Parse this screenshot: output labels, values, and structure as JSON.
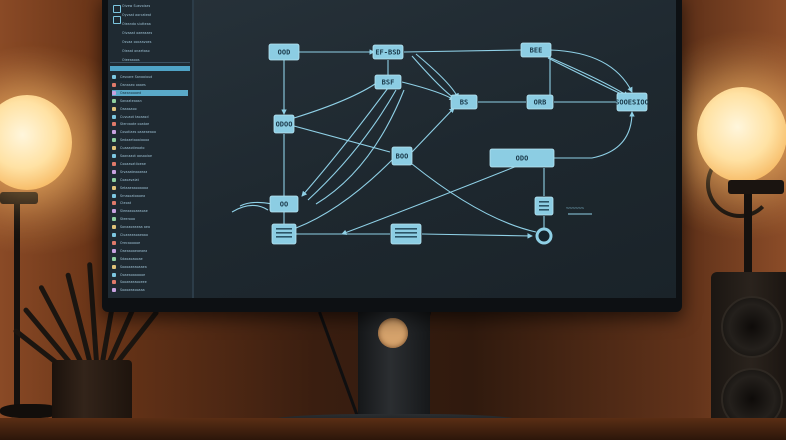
{
  "scene": {
    "description_colors": {
      "wall_warm": "#8a4a26",
      "lamp_glow": "#ffe2a4",
      "screen_bg": "#1e282f",
      "accent": "#5aa9c8",
      "node_fill": "#8ccde3",
      "edge": "#8fd0e6"
    }
  },
  "sidebar": {
    "top_items": [
      {
        "label": "Oivew Suevoises"
      },
      {
        "label": "Oyvaat aorcateat"
      },
      {
        "label": "Oieanda siutteaa"
      },
      {
        "label": "Oivaaat oaeeaaes"
      },
      {
        "label": "Osvaa oocaavoes"
      },
      {
        "label": "Oleaat onaetaso"
      },
      {
        "label": "Oieeaaoos"
      }
    ],
    "section_header": "Sanaateiotnad",
    "items": [
      {
        "label": "Cesvare Sanaaioud"
      },
      {
        "label": "Oanaseo oaaes"
      },
      {
        "label": "Oaeanooaed"
      },
      {
        "label": "Sanaateaasn"
      },
      {
        "label": "Oaaasaoo"
      },
      {
        "label": "Cuvuaot taoaasd"
      },
      {
        "label": "Stervaate ooatae"
      },
      {
        "label": "Cosotiaes oaaeaeaoa"
      },
      {
        "label": "Sedaaetaoaiaooa"
      },
      {
        "label": "Cuaaaotieaato"
      },
      {
        "label": "Saanaaot aasaoiae"
      },
      {
        "label": "Cooaasatiioeae"
      },
      {
        "label": "Srvaaateaaaeaa"
      },
      {
        "label": "Coaoavaiat"
      },
      {
        "label": "Setaaeaaooaaaa"
      },
      {
        "label": "Srnasoatoaoea"
      },
      {
        "label": "Cteoat"
      },
      {
        "label": "Sleeaaooaeaoae"
      },
      {
        "label": "Steerooa"
      },
      {
        "label": "Sonaaoeaeaa aea"
      },
      {
        "label": "Cluaeaeaoaeaao"
      },
      {
        "label": "Orecaooaoe"
      },
      {
        "label": "Oaeaaoaeaeaea"
      },
      {
        "label": "Sdaoaoaooae"
      },
      {
        "label": "Soaoaaeaoaaea"
      },
      {
        "label": "Ooaeaoaaaaoe"
      },
      {
        "label": "Sooaeaeaooeee"
      },
      {
        "label": "Soaoaeaooaaa"
      }
    ],
    "active_index": 2
  },
  "diagram": {
    "nodes": [
      {
        "id": "n1",
        "label": "OOD"
      },
      {
        "id": "n2",
        "label": "EF-BSD"
      },
      {
        "id": "n3",
        "label": "BEE"
      },
      {
        "id": "n4",
        "label": "BSF"
      },
      {
        "id": "n5",
        "label": "BS"
      },
      {
        "id": "n6",
        "label": "ORB"
      },
      {
        "id": "n7",
        "label": "SOOESIOO"
      },
      {
        "id": "n8",
        "label": "ODOO"
      },
      {
        "id": "n9",
        "label": "BOO"
      },
      {
        "id": "n10",
        "label": "ODO"
      },
      {
        "id": "n11",
        "label": "OO"
      }
    ],
    "annotation": "~~~~~~"
  }
}
